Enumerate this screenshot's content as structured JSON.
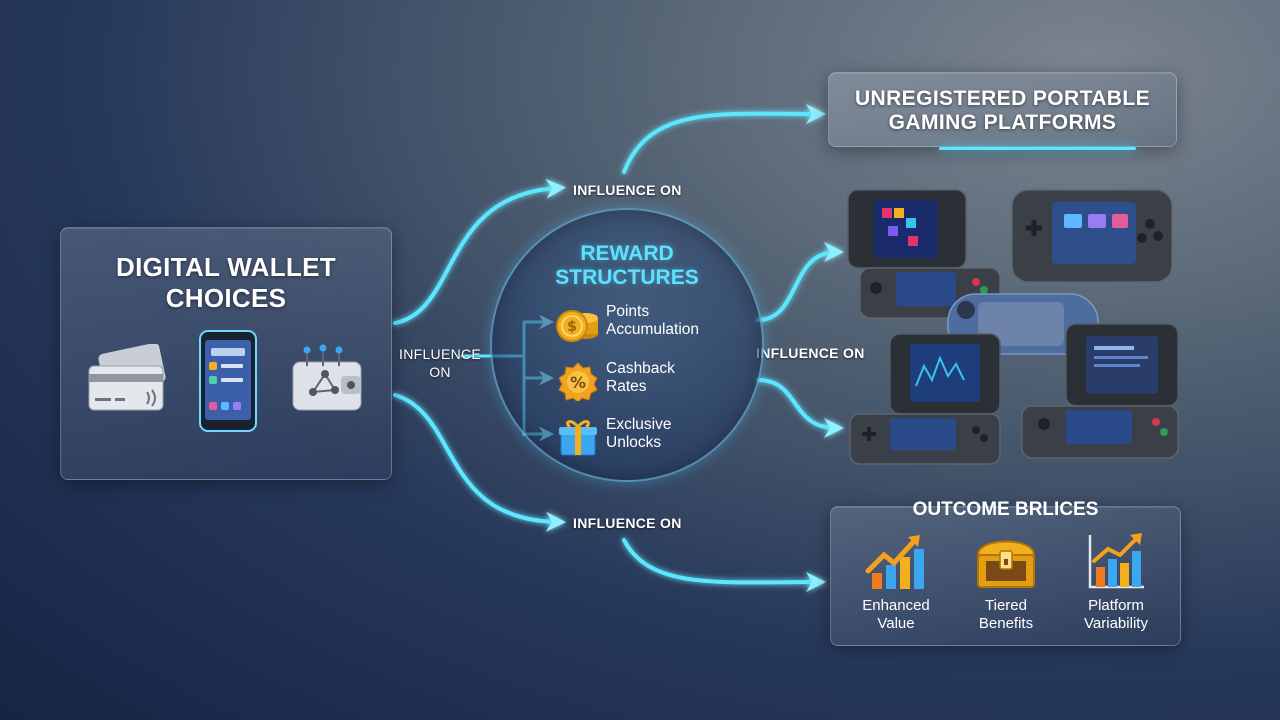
{
  "wallet_node": {
    "title": "DIGITAL WALLET\nCHOICES",
    "icons": [
      "credit-card-icon",
      "smartphone-icon",
      "crypto-wallet-icon"
    ]
  },
  "reward_node": {
    "title": "REWARD\nSTRUCTURES",
    "items": [
      {
        "label": "Points\nAccumulation",
        "icon": "coin-stack-icon",
        "color": "#f2b01e"
      },
      {
        "label": "Cashback\nRates",
        "icon": "percent-badge-icon",
        "color": "#f2a21e"
      },
      {
        "label": "Exclusive\nUnlocks",
        "icon": "gift-box-icon",
        "color": "#3aa7f0"
      }
    ]
  },
  "edges": {
    "wallet_to_reward": "INFLUENCE\nON",
    "top_branch": "INFLUENCE ON",
    "middle_branch": "INFLUENCE ON",
    "bottom_branch": "INFLUENCE ON"
  },
  "platform_node": {
    "title": "UNREGISTERED PORTABLE\nGAMING PLATFORMS",
    "devices": [
      "handheld-console-icon",
      "handheld-console-icon",
      "handheld-console-icon",
      "handheld-console-icon",
      "handheld-console-icon"
    ]
  },
  "outcome_node": {
    "title": "OUTCOME BRLICES",
    "items": [
      {
        "label": "Enhanced\nValue",
        "icon": "rising-chart-icon"
      },
      {
        "label": "Tiered\nBenefits",
        "icon": "treasure-chest-icon"
      },
      {
        "label": "Platform\nVariability",
        "icon": "bar-chart-icon"
      }
    ]
  },
  "colors": {
    "flow": "#5fe6ff",
    "accent_title": "#5fe0ff",
    "gold": "#f2b01e",
    "orange": "#f07a1e",
    "blue": "#3aa7f0"
  }
}
